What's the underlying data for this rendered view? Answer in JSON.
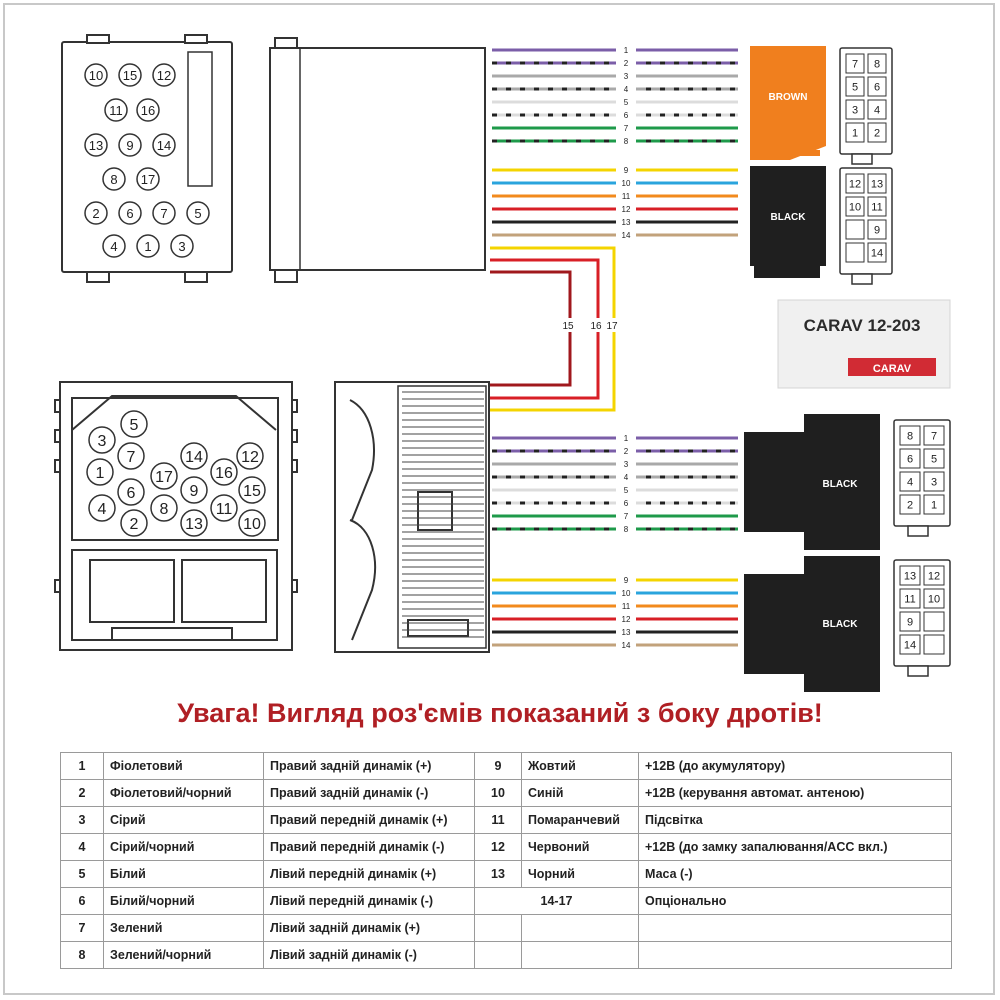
{
  "colors": {
    "violet": "#7b5ea8",
    "grey": "#a9a9a9",
    "white": "#e6e6e6",
    "green": "#1e9a4a",
    "black": "#222222",
    "yellow": "#f4d400",
    "blue": "#2aa4dd",
    "orange": "#f28a1d",
    "red": "#d81f26",
    "tan": "#c2a27b",
    "dark_red": "#a0181d",
    "brand_red": "#d12b34",
    "brown_connector": "#f07f1e",
    "warning": "#b01f24"
  },
  "wire_groups": [
    {
      "numbers": [
        "1",
        "2",
        "3",
        "4",
        "5",
        "6",
        "7",
        "8"
      ],
      "colors": [
        "violet",
        "violet",
        "grey",
        "grey",
        "white",
        "white",
        "green",
        "green"
      ],
      "stripes": [
        false,
        true,
        false,
        true,
        false,
        true,
        false,
        true
      ]
    },
    {
      "numbers": [
        "9",
        "10",
        "11",
        "12",
        "13",
        "14"
      ],
      "colors": [
        "yellow",
        "blue",
        "orange",
        "red",
        "black",
        "tan"
      ],
      "stripes": [
        false,
        false,
        false,
        false,
        false,
        false
      ]
    }
  ],
  "aux_wires": [
    "15",
    "16",
    "17"
  ],
  "top_iso_pins": [
    "10",
    "15",
    "12",
    "11",
    "16",
    "13",
    "9",
    "14",
    "8",
    "17",
    "2",
    "6",
    "7",
    "5",
    "4",
    "1",
    "3"
  ],
  "bottom_round_pins": [
    "5",
    "3",
    "7",
    "14",
    "12",
    "1",
    "17",
    "16",
    "6",
    "9",
    "15",
    "4",
    "8",
    "11",
    "2",
    "13",
    "10"
  ],
  "connector_labels": {
    "brown": "BROWN",
    "black_top": "BLACK",
    "black_mid": "BLACK",
    "black_bottom": "BLACK"
  },
  "pinouts": {
    "brown": [
      "7",
      "8",
      "5",
      "6",
      "3",
      "4",
      "1",
      "2"
    ],
    "black_top": [
      "12",
      "13",
      "10",
      "11",
      "",
      "9",
      "",
      "14"
    ],
    "black_mid": [
      "8",
      "7",
      "6",
      "5",
      "4",
      "3",
      "2",
      "1"
    ],
    "black_bottom": [
      "13",
      "12",
      "11",
      "10",
      "9",
      "",
      "14",
      ""
    ]
  },
  "product": {
    "model": "CARAV 12-203",
    "brand": "CARAV"
  },
  "warning": "Увага! Вигляд роз'ємів показаний з боку дротів!",
  "legend": {
    "rows": [
      {
        "n": "1",
        "color": "Фіолетовий",
        "desc": "Правий задній динамік (+)",
        "n2": "9",
        "color2": "Жовтий",
        "desc2": "+12В (до акумулятору)"
      },
      {
        "n": "2",
        "color": "Фіолетовий/чорний",
        "desc": "Правий задній динамік (-)",
        "n2": "10",
        "color2": "Синій",
        "desc2": "+12В (керування автомат. антеною)"
      },
      {
        "n": "3",
        "color": "Сірий",
        "desc": "Правий передній динамік (+)",
        "n2": "11",
        "color2": "Помаранчевий",
        "desc2": "Підсвітка"
      },
      {
        "n": "4",
        "color": "Сірий/чорний",
        "desc": "Правий передній динамік (-)",
        "n2": "12",
        "color2": "Червоний",
        "desc2": "+12В (до замку запалювання/ACC вкл.)"
      },
      {
        "n": "5",
        "color": "Білий",
        "desc": "Лівий передній динамік (+)",
        "n2": "13",
        "color2": "Чорний",
        "desc2": "Маса (-)"
      },
      {
        "n": "6",
        "color": "Білий/чорний",
        "desc": "Лівий передній динамік (-)",
        "merged": "14-17",
        "desc2": "Опціонально"
      },
      {
        "n": "7",
        "color": "Зелений",
        "desc": "Лівий задній динамік (+)",
        "n2": "",
        "color2": "",
        "desc2": ""
      },
      {
        "n": "8",
        "color": "Зелений/чорний",
        "desc": "Лівий задній динамік (-)",
        "n2": "",
        "color2": "",
        "desc2": ""
      }
    ]
  }
}
